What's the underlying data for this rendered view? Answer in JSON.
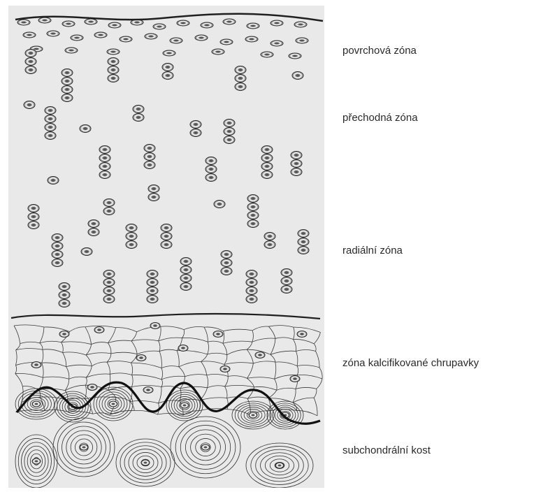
{
  "zones": [
    {
      "id": "povrchova",
      "label": "povrchová zóna"
    },
    {
      "id": "prechodna",
      "label": "přechodná zóna"
    },
    {
      "id": "radialni",
      "label": "radiální zóna"
    },
    {
      "id": "kalcifikovana",
      "label": "zóna kalcifikované chrupavky"
    },
    {
      "id": "subchondralni",
      "label": "subchondrální kost"
    }
  ],
  "colors": {
    "panel_background": "#e9e9e9",
    "line": "#2b2b2b",
    "cell_fill": "#a9a9a9",
    "cell_ring": "#ffffff",
    "label_text": "#2a2a2a"
  }
}
